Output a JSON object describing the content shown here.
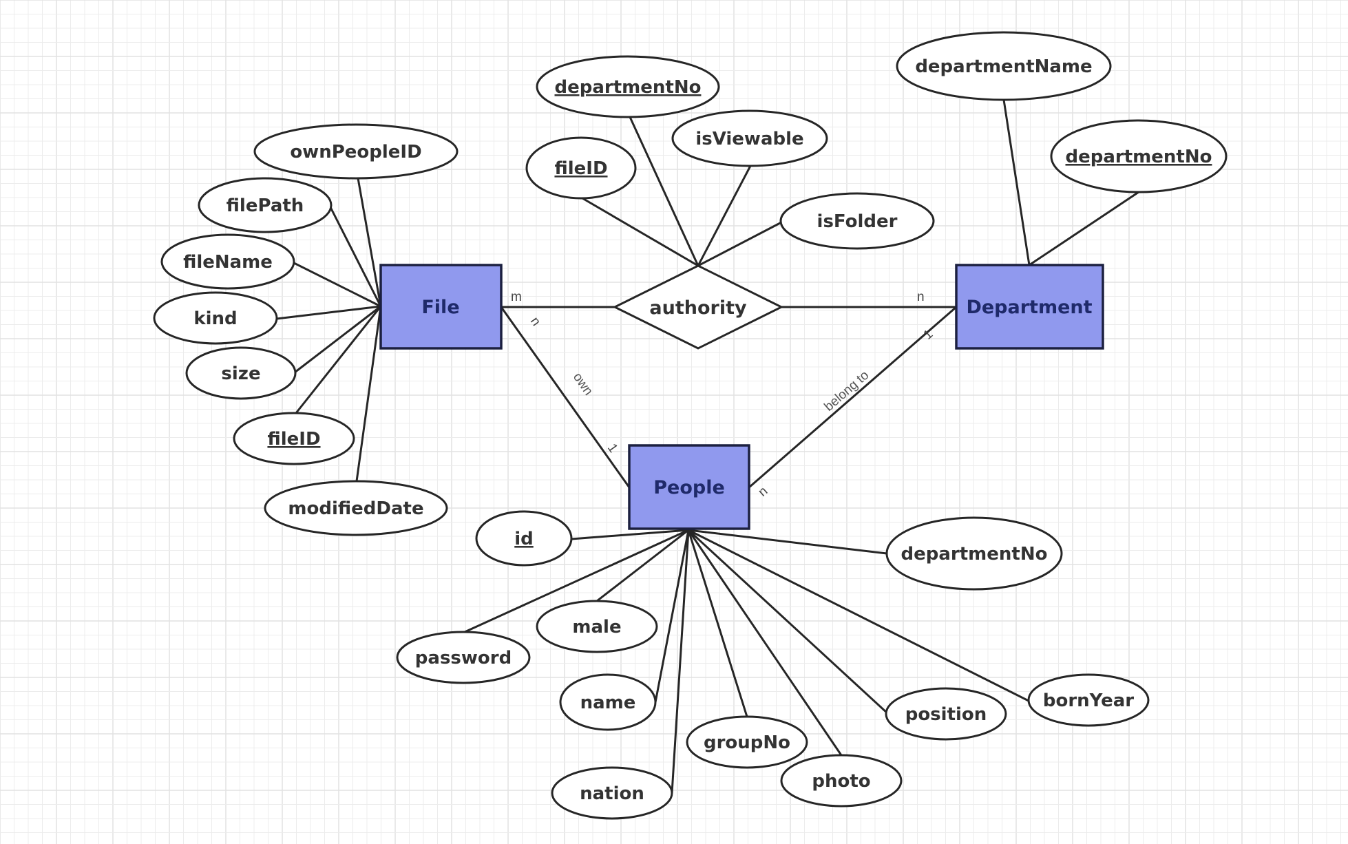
{
  "diagram": {
    "type": "ER diagram",
    "colors": {
      "entity_fill": "#9099ee",
      "entity_border": "#1c2040",
      "entity_text": "#1f2a6a",
      "line": "#262626",
      "grid": "#ececec"
    },
    "entities": {
      "file": {
        "label": "File"
      },
      "department": {
        "label": "Department"
      },
      "people": {
        "label": "People"
      }
    },
    "relationships": {
      "authority": {
        "label": "authority"
      }
    },
    "attributes": {
      "file": [
        {
          "label": "ownPeopleID",
          "key": false
        },
        {
          "label": "filePath",
          "key": false
        },
        {
          "label": "fileName",
          "key": false
        },
        {
          "label": "kind",
          "key": false
        },
        {
          "label": "size",
          "key": false
        },
        {
          "label": "fileID",
          "key": true
        },
        {
          "label": "modifiedDate",
          "key": false
        }
      ],
      "authority": [
        {
          "label": "departmentNo",
          "key": true
        },
        {
          "label": "fileID",
          "key": true
        },
        {
          "label": "isViewable",
          "key": false
        },
        {
          "label": "isFolder",
          "key": false
        }
      ],
      "department": [
        {
          "label": "departmentName",
          "key": false
        },
        {
          "label": "departmentNo",
          "key": true
        }
      ],
      "people": [
        {
          "label": "id",
          "key": true
        },
        {
          "label": "departmentNo",
          "key": false
        },
        {
          "label": "password",
          "key": false
        },
        {
          "label": "male",
          "key": false
        },
        {
          "label": "name",
          "key": false
        },
        {
          "label": "nation",
          "key": false
        },
        {
          "label": "groupNo",
          "key": false
        },
        {
          "label": "photo",
          "key": false
        },
        {
          "label": "position",
          "key": false
        },
        {
          "label": "bornYear",
          "key": false
        }
      ]
    },
    "links": {
      "file_authority": {
        "from": "File",
        "to": "authority",
        "cardinality": "m"
      },
      "authority_department": {
        "from": "authority",
        "to": "Department",
        "cardinality": "n"
      },
      "own": {
        "label": "own",
        "file_cardinality": "n",
        "people_cardinality": "1"
      },
      "belong_to": {
        "label": "belong to",
        "people_cardinality": "n",
        "department_cardinality": "1"
      }
    }
  }
}
